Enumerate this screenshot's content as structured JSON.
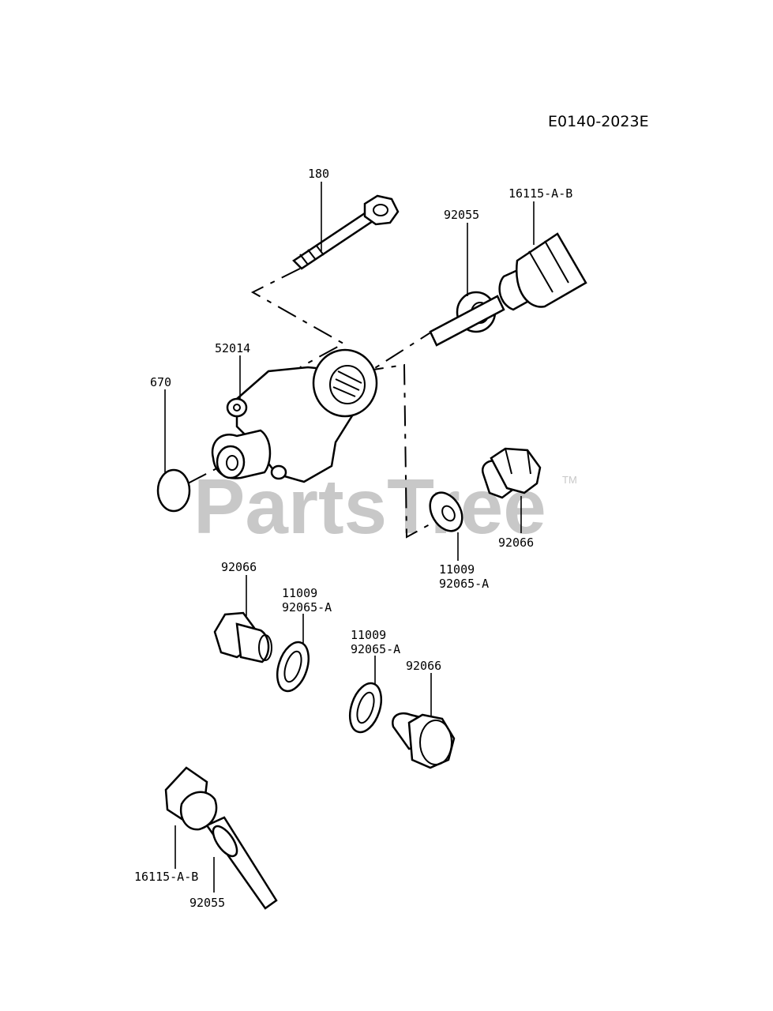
{
  "diagram_code": "E0140-2023E",
  "watermark": "PartsTree",
  "watermark_tm": "TM",
  "labels": {
    "bolt_180": "180",
    "washer_92055_top": "92055",
    "sensor_16115_top": "16115-A-B",
    "body_52014": "52014",
    "oring_670": "670",
    "plug_92066_right": "92066",
    "gasket_11009_right": "11009",
    "gasket_92065_right": "92065-A",
    "plug_92066_left": "92066",
    "gasket_11009_mid": "11009",
    "gasket_92065_mid": "92065-A",
    "gasket_11009_lower": "11009",
    "gasket_92065_lower": "92065-A",
    "plug_92066_lower": "92066",
    "sensor_16115_bottom": "16115-A-B",
    "washer_92055_bottom": "92055"
  }
}
